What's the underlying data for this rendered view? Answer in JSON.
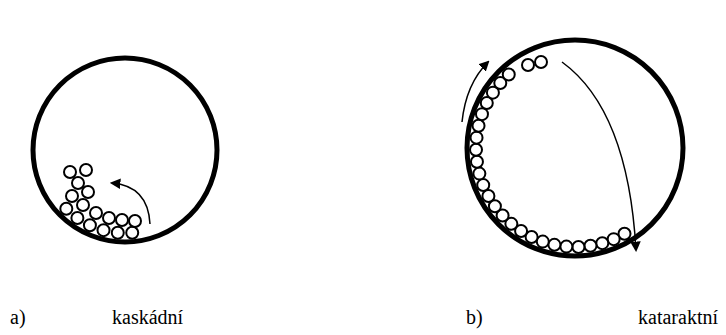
{
  "diagram": {
    "labels": [
      "a)",
      "kaskádní",
      "b)",
      "kataraktní"
    ]
  }
}
